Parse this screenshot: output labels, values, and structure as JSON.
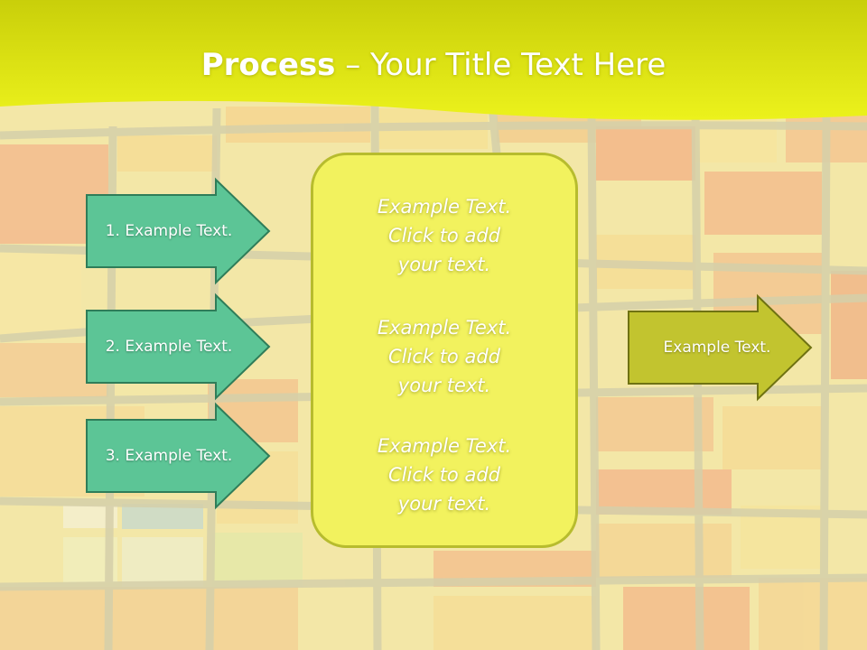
{
  "slide": {
    "title_bold": "Process",
    "title_rest": " – Your Title Text Here"
  },
  "left_steps": [
    {
      "label": "1. Example Text."
    },
    {
      "label": "2. Example Text."
    },
    {
      "label": "3. Example Text."
    }
  ],
  "center_texts": [
    {
      "text": "Example Text.\nClick  to add\nyour text."
    },
    {
      "text": "Example Text.\nClick  to add\nyour text."
    },
    {
      "text": "Example Text.\nClick  to add\nyour text."
    }
  ],
  "output_step": {
    "label": "Example Text."
  },
  "colors": {
    "header": "#e4ea18",
    "left_arrow_fill": "#5cc596",
    "left_arrow_stroke": "#2f7d59",
    "center_fill": "#f2f25e",
    "center_stroke": "#b7bc2e",
    "right_arrow_fill": "#c2c42f",
    "right_arrow_stroke": "#6f7212"
  },
  "icons": [
    "arrow-right-icon"
  ]
}
